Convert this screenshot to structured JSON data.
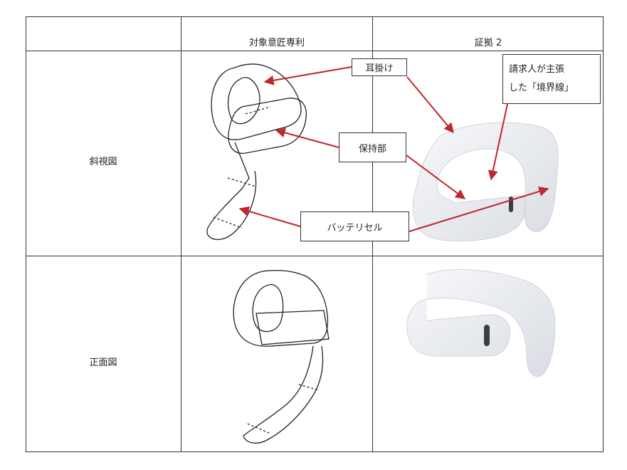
{
  "header": {
    "col1": "対象意匠専利",
    "col2": "証拠 2"
  },
  "rows": {
    "row1_label": "斜視図",
    "row2_label": "正面図"
  },
  "callouts": {
    "ear_hook": "耳掛け",
    "holder": "保持部",
    "battery_cell": "バッテリセル",
    "boundary_line1": "請求人が主張",
    "boundary_line2": "した「境界線」"
  },
  "colors": {
    "arrow": "#c0262b",
    "grid": "#333333",
    "product": "#e9ecf0"
  }
}
